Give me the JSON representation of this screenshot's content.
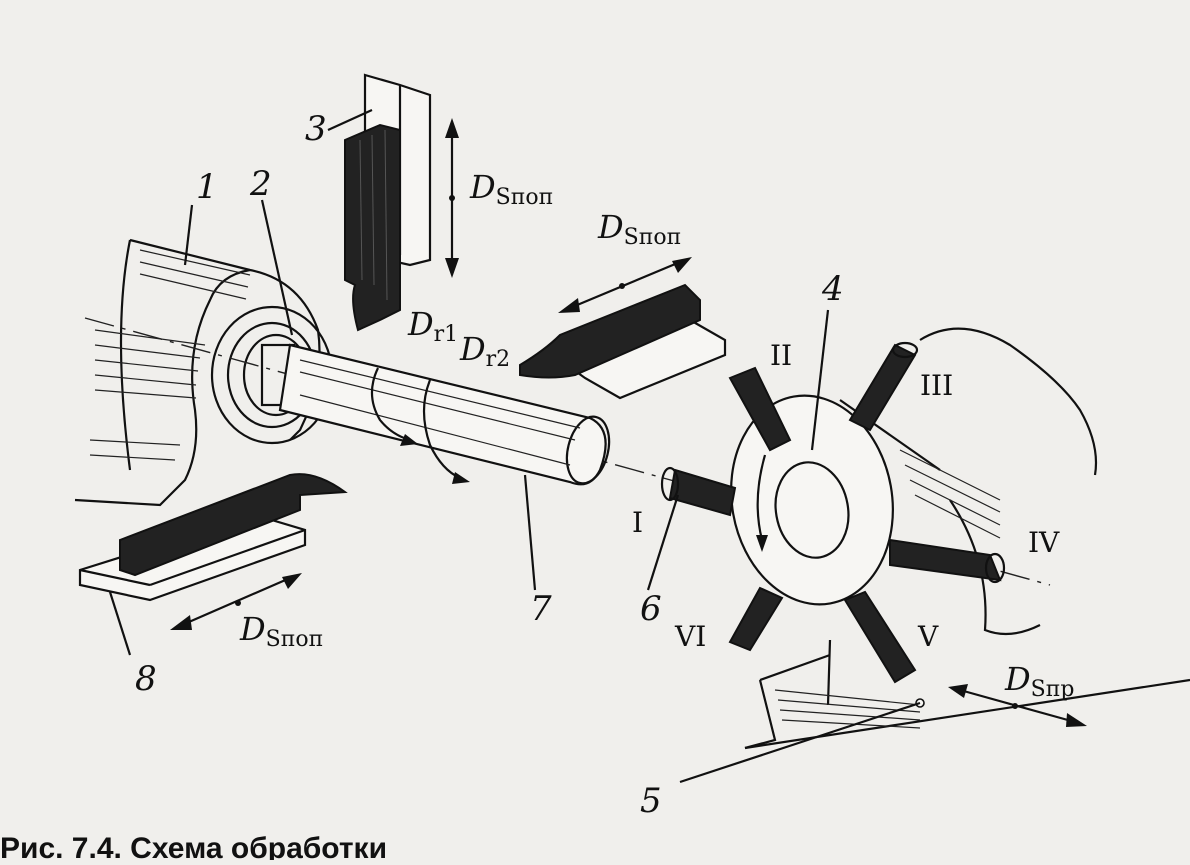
{
  "labels": {
    "n1": "1",
    "n2": "2",
    "n3": "3",
    "n4": "4",
    "n5": "5",
    "n6": "6",
    "n7": "7",
    "n8": "8"
  },
  "positions_roman": {
    "I": "I",
    "II": "II",
    "III": "III",
    "IV": "IV",
    "V": "V",
    "VI": "VI"
  },
  "motions": {
    "d": "D",
    "s_pop": "Sпоп",
    "s_pr": "Sпр",
    "r1": "r1",
    "r2": "r2"
  },
  "caption": "Рис. 7.4. Схема обработки"
}
